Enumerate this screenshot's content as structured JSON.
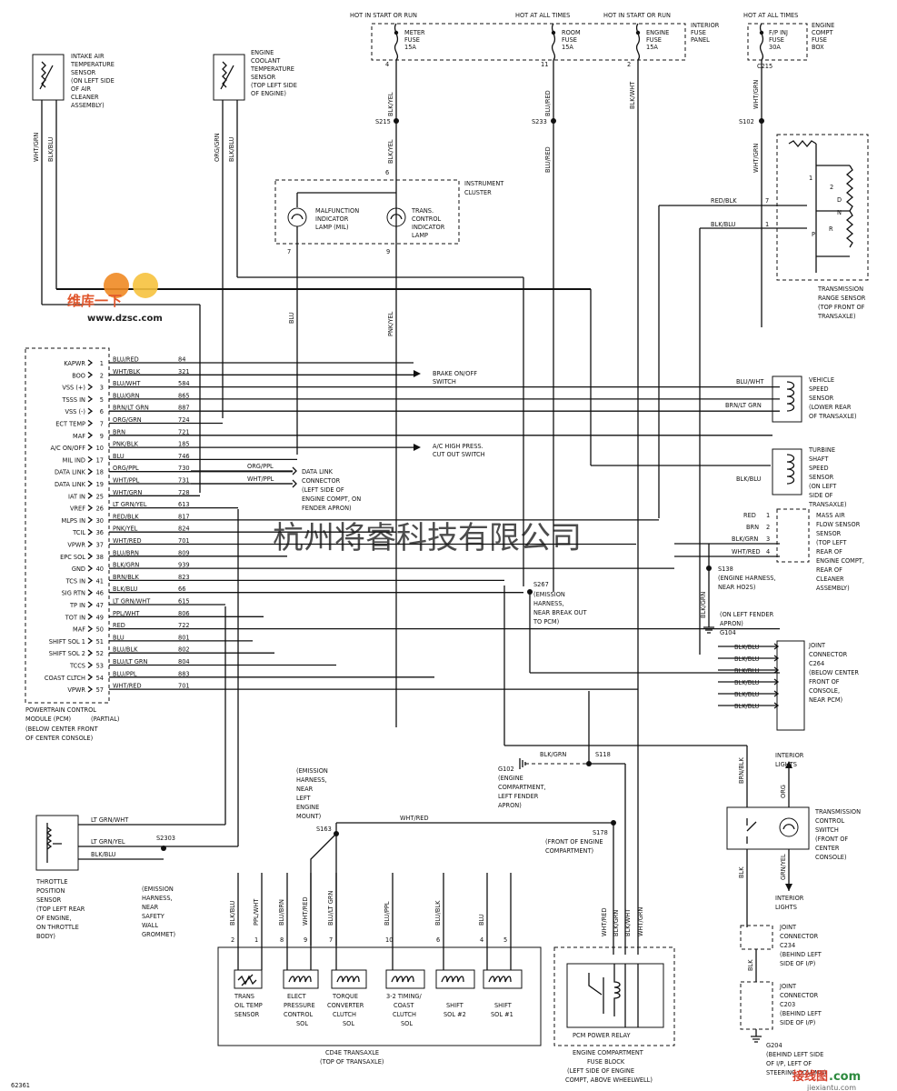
{
  "fuse_panel": {
    "hot_start_run": "HOT IN START OR RUN",
    "hot_all_times": "HOT AT ALL TIMES",
    "hot_start_run_2": "HOT IN START OR RUN",
    "hot_all_times_2": "HOT AT ALL TIMES",
    "meter_fuse": [
      "METER",
      "FUSE",
      "15A"
    ],
    "room_fuse": [
      "ROOM",
      "FUSE",
      "15A"
    ],
    "engine_fuse": [
      "ENGINE",
      "FUSE",
      "15A"
    ],
    "interior_panel": [
      "INTERIOR",
      "FUSE",
      "PANEL"
    ],
    "fp_inj_fuse": [
      "F/P INJ",
      "FUSE",
      "30A"
    ],
    "engine_box": [
      "ENGINE",
      "COMPT",
      "FUSE",
      "BOX"
    ],
    "c215": "C215"
  },
  "sensors": {
    "iat": [
      "INTAKE AIR",
      "TEMPERATURE",
      "SENSOR",
      "(ON LEFT SIDE",
      "OF AIR",
      "CLEANER",
      "ASSEMBLY)"
    ],
    "ect": [
      "ENGINE",
      "COOLANT",
      "TEMPERATURE",
      "SENSOR",
      "(TOP LEFT SIDE",
      "OF ENGINE)"
    ],
    "iat_wires": [
      "WHT/GRN",
      "BLK/BLU"
    ],
    "ect_wires": [
      "ORG/GRN",
      "BLK/BLU"
    ]
  },
  "cluster": {
    "title": [
      "INSTRUMENT",
      "CLUSTER"
    ],
    "mil": [
      "MALFUNCTION",
      "INDICATOR",
      "LAMP (MIL)"
    ],
    "tcil": [
      "TRANS.",
      "CONTROL",
      "INDICATOR",
      "LAMP"
    ]
  },
  "trs": {
    "label": [
      "TRANSMISSION",
      "RANGE SENSOR",
      "(TOP FRONT OF",
      "TRANSAXLE)"
    ],
    "wire1": "RED/BLK",
    "wire2": "BLK/BLU",
    "gears": [
      "1",
      "2",
      "D",
      "N",
      "R",
      "P"
    ]
  },
  "splices": {
    "s215": "S215",
    "s233": "S233",
    "s102": "S102",
    "s267": [
      "S267",
      "(EMISSION",
      "HARNESS,",
      "NEAR BREAK OUT",
      "TO PCM)"
    ],
    "s138": [
      "S138",
      "(ENGINE HARNESS,",
      "NEAR HO2S)"
    ],
    "s118": "S118",
    "s178": [
      "S178",
      "(FRONT OF ENGINE",
      "COMPARTMENT)"
    ],
    "s163": "S163",
    "s2303": "S2303"
  },
  "pcm": {
    "pins": [
      {
        "name": "KAPWR",
        "color": "BLU/RED",
        "num": "1",
        "circuit": "84"
      },
      {
        "name": "BOO",
        "color": "WHT/BLK",
        "num": "2",
        "circuit": "321"
      },
      {
        "name": "VSS (+)",
        "color": "BLU/WHT",
        "num": "3",
        "circuit": "584"
      },
      {
        "name": "TSSS IN",
        "color": "BLU/GRN",
        "num": "5",
        "circuit": "865"
      },
      {
        "name": "VSS (-)",
        "color": "BRN/LT GRN",
        "num": "6",
        "circuit": "887"
      },
      {
        "name": "ECT TEMP",
        "color": "ORG/GRN",
        "num": "7",
        "circuit": "724"
      },
      {
        "name": "MAF",
        "color": "BRN",
        "num": "9",
        "circuit": "721"
      },
      {
        "name": "A/C ON/OFF",
        "color": "PNK/BLK",
        "num": "10",
        "circuit": "185"
      },
      {
        "name": "MIL IND",
        "color": "BLU",
        "num": "17",
        "circuit": "746"
      },
      {
        "name": "DATA LINK",
        "color": "ORG/PPL",
        "num": "18",
        "circuit": "730"
      },
      {
        "name": "DATA LINK",
        "color": "WHT/PPL",
        "num": "19",
        "circuit": "731"
      },
      {
        "name": "IAT IN",
        "color": "WHT/GRN",
        "num": "25",
        "circuit": "728"
      },
      {
        "name": "VREF",
        "color": "LT GRN/YEL",
        "num": "26",
        "circuit": "613"
      },
      {
        "name": "MLPS IN",
        "color": "RED/BLK",
        "num": "30",
        "circuit": "817"
      },
      {
        "name": "TCIL",
        "color": "PNK/YEL",
        "num": "36",
        "circuit": "824"
      },
      {
        "name": "VPWR",
        "color": "WHT/RED",
        "num": "37",
        "circuit": "701"
      },
      {
        "name": "EPC SOL",
        "color": "BLU/BRN",
        "num": "38",
        "circuit": "809"
      },
      {
        "name": "GND",
        "color": "BLK/GRN",
        "num": "40",
        "circuit": "939"
      },
      {
        "name": "TCS IN",
        "color": "BRN/BLK",
        "num": "41",
        "circuit": "823"
      },
      {
        "name": "SIG RTN",
        "color": "BLK/BLU",
        "num": "46",
        "circuit": "66"
      },
      {
        "name": "TP IN",
        "color": "LT GRN/WHT",
        "num": "47",
        "circuit": "615"
      },
      {
        "name": "TOT IN",
        "color": "PPL/WHT",
        "num": "49",
        "circuit": "806"
      },
      {
        "name": "MAF",
        "color": "RED",
        "num": "50",
        "circuit": "722"
      },
      {
        "name": "SHIFT SOL 1",
        "color": "BLU",
        "num": "51",
        "circuit": "801"
      },
      {
        "name": "SHIFT SOL 2",
        "color": "BLU/BLK",
        "num": "52",
        "circuit": "802"
      },
      {
        "name": "TCCS",
        "color": "BLU/LT GRN",
        "num": "53",
        "circuit": "804"
      },
      {
        "name": "COAST CLTCH",
        "color": "BLU/PPL",
        "num": "54",
        "circuit": "883"
      },
      {
        "name": "VPWR",
        "color": "WHT/RED",
        "num": "57",
        "circuit": "701"
      }
    ],
    "label": [
      "POWERTRAIN CONTROL",
      "MODULE (PCM)",
      "(BELOW CENTER FRONT",
      "OF CENTER CONSOLE)"
    ],
    "partial": "(PARTIAL)"
  },
  "right_side": {
    "brake": [
      "BRAKE ON/OFF",
      "SWITCH"
    ],
    "ac": [
      "A/C HIGH PRESS.",
      "CUT OUT SWITCH"
    ],
    "data_link": [
      "DATA LINK",
      "CONNECTOR",
      "(LEFT SIDE OF",
      "ENGINE COMPT, ON",
      "FENDER APRON)"
    ],
    "dl_wires": [
      "ORG/PPL",
      "WHT/PPL"
    ],
    "vss": [
      "VEHICLE",
      "SPEED",
      "SENSOR",
      "(LOWER REAR",
      "OF TRANSAXLE)"
    ],
    "vss_wires": [
      "BLU/WHT",
      "BRN/LT GRN"
    ],
    "tss": [
      "TURBINE",
      "SHAFT",
      "SPEED",
      "SENSOR",
      "(ON LEFT",
      "SIDE OF",
      "TRANSAXLE)"
    ],
    "tss_wire": "BLK/BLU",
    "maf": [
      "MASS AIR",
      "FLOW SENSOR",
      "SENSOR",
      "(TOP LEFT",
      "REAR OF",
      "ENGINE COMPT,",
      "REAR OF",
      "CLEANER",
      "ASSEMBLY)"
    ],
    "maf_wires": [
      "RED",
      "BRN",
      "BLK/GRN",
      "WHT/RED"
    ],
    "g104": [
      "(ON LEFT FENDER",
      "APRON)",
      "G104"
    ],
    "g104_wire": "BLK/GRN",
    "c264": [
      "JOINT",
      "CONNECTOR",
      "C264",
      "(BELOW CENTER",
      "FRONT OF",
      "CONSOLE,",
      "NEAR PCM)"
    ],
    "c264_wires": [
      "BLK/BLU",
      "BLK/BLU",
      "BLK/BLU",
      "BLK/BLU",
      "BLK/BLU",
      "BLK/BLU"
    ],
    "g102": [
      "G102",
      "(ENGINE",
      "COMPARTMENT,",
      "LEFT FENDER",
      "APRON)"
    ],
    "g102_wire": "BLK/GRN",
    "interior_lights_top": [
      "INTERIOR",
      "LIGHTS"
    ],
    "interior_lights_bot": [
      "INTERIOR",
      "LIGHTS"
    ],
    "tcs": [
      "TRANSMISSION",
      "CONTROL",
      "SWITCH",
      "(FRONT OF",
      "CENTER",
      "CONSOLE)"
    ],
    "tcs_wires": [
      "BRN/BLK",
      "ORG",
      "BLK",
      "GRN/YEL"
    ],
    "c234": [
      "JOINT",
      "CONNECTOR",
      "C234",
      "(BEHIND LEFT",
      "SIDE OF I/P)"
    ],
    "c203": [
      "JOINT",
      "CONNECTOR",
      "C203",
      "(BEHIND LEFT",
      "SIDE OF I/P)"
    ],
    "g204": [
      "G204",
      "(BEHIND LEFT SIDE",
      "OF I/P, LEFT OF",
      "STEERING COLUMN)"
    ]
  },
  "bottom": {
    "tp": [
      "THROTTLE",
      "POSITION",
      "SENSOR",
      "(TOP LEFT REAR",
      "OF ENGINE,",
      "ON THROTTLE",
      "BODY)"
    ],
    "tp_wires": [
      "LT GRN/WHT",
      "LT GRN/YEL",
      "BLK/BLU"
    ],
    "s2303_note": [
      "(EMISSION",
      "HARNESS,",
      "NEAR",
      "SAFETY",
      "WALL",
      "GROMMET)"
    ],
    "s163_note": [
      "(EMISSION",
      "HARNESS,",
      "NEAR",
      "LEFT",
      "ENGINE",
      "MOUNT)"
    ],
    "s163_wire": "WHT/RED",
    "transaxle_wires": [
      "BLK/BLU",
      "PPL/WHT",
      "BLU/BRN",
      "WHT/RED",
      "BLU/LT GRN",
      "BLU/PPL",
      "BLU/BLK",
      "BLU"
    ],
    "transaxle_pins": [
      "2",
      "1",
      "8",
      "9",
      "7",
      "10",
      "6",
      "4",
      "5"
    ],
    "trans_oil": [
      "TRANS",
      "OIL TEMP",
      "SENSOR"
    ],
    "epc": [
      "ELECT",
      "PRESSURE",
      "CONTROL",
      "SOL"
    ],
    "tcc": [
      "TORQUE",
      "CONVERTER",
      "CLUTCH",
      "SOL"
    ],
    "coast": [
      "3-2 TIMING/",
      "COAST",
      "CLUTCH",
      "SOL"
    ],
    "sol2": [
      "SHIFT",
      "SOL #2"
    ],
    "sol1": [
      "SHIFT",
      "SOL #1"
    ],
    "transaxle": [
      "CD4E TRANSAXLE",
      "(TOP OF TRANSAXLE)"
    ],
    "relay_wires": [
      "WHT/RED",
      "BLK/GRN",
      "BLK/WHT",
      "WHT/GRN"
    ],
    "relay": "PCM POWER RELAY",
    "fuse_block": [
      "ENGINE COMPARTMENT",
      "FUSE BLOCK",
      "(LEFT SIDE OF ENGINE",
      "COMPT, ABOVE WHEELWELL)"
    ],
    "code": "62361"
  },
  "vertical_wires": {
    "meter": "BLK/YEL",
    "meter_low": "BLK/YEL",
    "room": "BLU/RED",
    "room_low": "BLU/RED",
    "engine": "BLK/WHT",
    "fp": "WHT/GRN",
    "fp_low": "WHT/GRN",
    "blu": "BLU",
    "pnk_yel": "PNK/YEL"
  },
  "pin_numbers": {
    "meter": "4",
    "room": "11",
    "engine": "2",
    "cluster_top": "6",
    "mil": "7",
    "tcil": "9",
    "trs_top": "7",
    "trs_bot": "1",
    "maf": [
      "1",
      "2",
      "3",
      "4"
    ]
  },
  "watermarks": {
    "logo_cn": "维库一下",
    "logo_url": "www.dzsc.com",
    "company": "杭州将睿科技有限公司",
    "site_cn": "接线图",
    "site_url": "jiexiantu.com"
  }
}
